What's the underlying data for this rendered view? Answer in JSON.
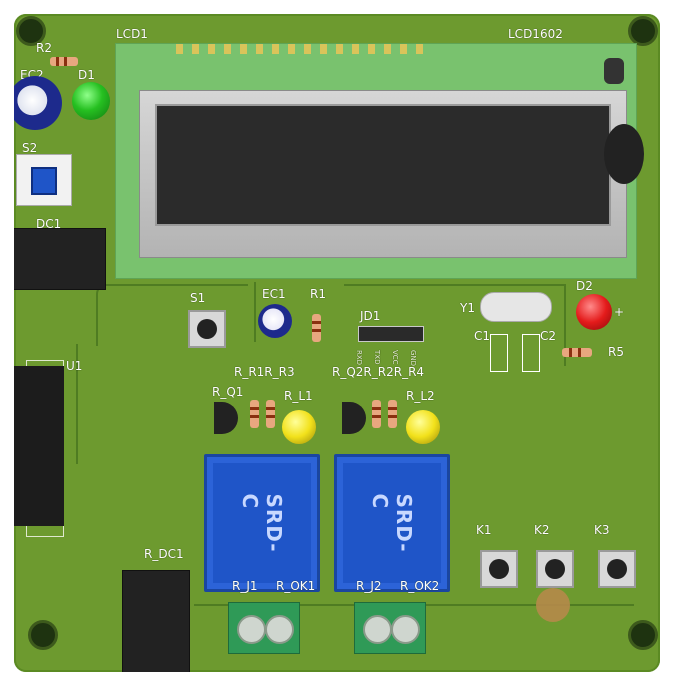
{
  "labels": {
    "lcd1": "LCD1",
    "lcd1602": "LCD1602",
    "r2": "R2",
    "ec2": "EC2",
    "d1": "D1",
    "s2": "S2",
    "dc1": "DC1",
    "u1": "U1",
    "s1": "S1",
    "ec1": "EC1",
    "r1": "R1",
    "jd1": "JD1",
    "y1": "Y1",
    "d2": "D2",
    "c1": "C1",
    "c2": "C2",
    "r5": "R5",
    "r_r1r_r3": "R_R1R_R3",
    "r_q1": "R_Q1",
    "r_l1": "R_L1",
    "r_q2r_r2r_r4": "R_Q2R_R2R_R4",
    "r_l2": "R_L2",
    "relay1": "SRD-C",
    "relay2": "SRD-C",
    "r_dc1": "R_DC1",
    "r_j1": "R_J1",
    "r_ok1": "R_OK1",
    "r_j2": "R_J2",
    "r_ok2": "R_OK2",
    "k1": "K1",
    "k2": "K2",
    "k3": "K3",
    "pin_rxd": "RXD",
    "pin_txd": "TXD",
    "pin_vcc": "VCC",
    "pin_gnd": "GND",
    "plus": "+"
  },
  "colors": {
    "board": "#6d9a2f",
    "lcd_green": "#79c26e",
    "relay_blue": "#1f55c8",
    "led_green": "#26c021",
    "led_red": "#e41b1b",
    "led_yellow": "#f2e11b"
  }
}
